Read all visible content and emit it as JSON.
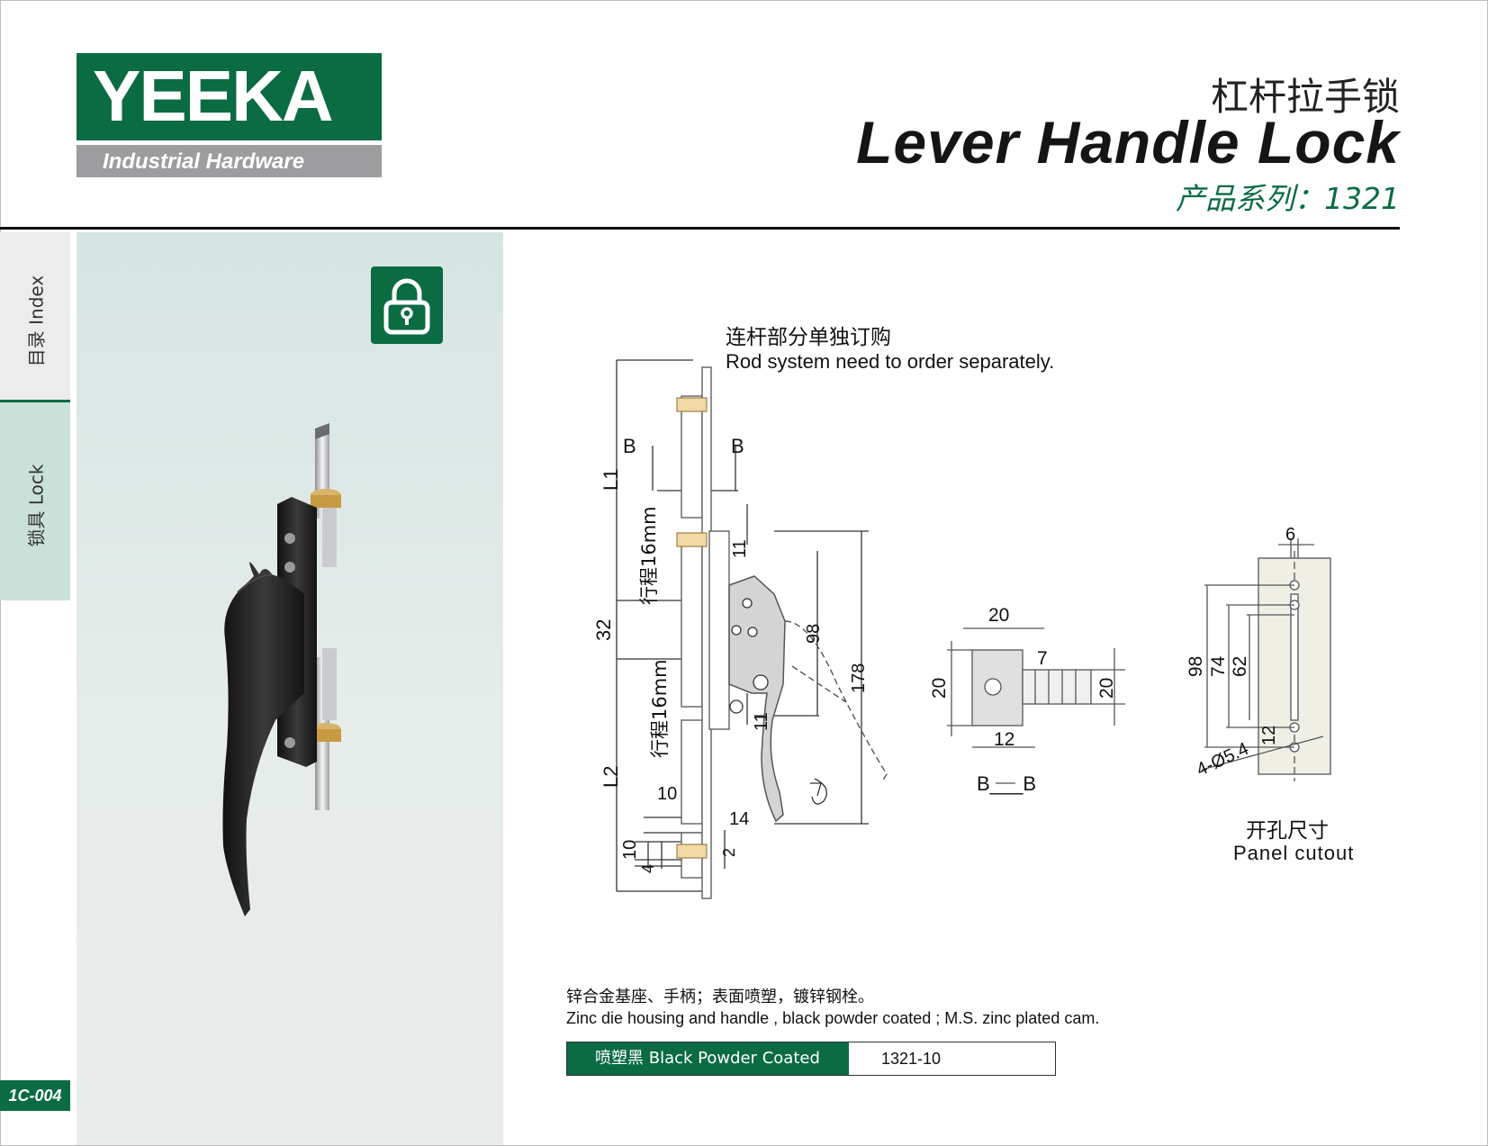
{
  "brand": {
    "name": "YEEKA",
    "tagline": "Industrial Hardware"
  },
  "header": {
    "title_cn": "杠杆拉手锁",
    "title_en": "Lever Handle Lock",
    "series_label": "产品系列：1321"
  },
  "sidebar": {
    "tabs": [
      {
        "cn": "目录",
        "en": "Index"
      },
      {
        "cn": "锁具",
        "en": "Lock"
      }
    ],
    "page_number": "1C-004"
  },
  "drawing": {
    "note_cn": "连杆部分单独订购",
    "note_en": "Rod system need to order separately.",
    "section_label": "B",
    "section_caption": "B___B",
    "stroke_label": "行程16mm",
    "dims": {
      "L1": "L1",
      "L2": "L2",
      "d32": "32",
      "d11a": "11",
      "d11b": "11",
      "d98": "98",
      "d178": "178",
      "d10a": "10",
      "d14": "14",
      "d10b": "10",
      "d4": "4",
      "d2": "2",
      "d20a": "20",
      "d7": "7",
      "d20b": "20",
      "d20c": "20",
      "d12": "12",
      "d6": "6",
      "d98b": "98",
      "d74": "74",
      "d62": "62",
      "d12b": "12",
      "hole": "4-Ø5.4"
    },
    "cutout_cn": "开孔尺寸",
    "cutout_en": "Panel  cutout"
  },
  "description": {
    "cn": "锌合金基座、手柄；表面喷塑，镀锌钢栓。",
    "en": "Zinc die housing and handle , black powder coated ; M.S. zinc plated cam."
  },
  "spec": {
    "finish": "喷塑黑  Black Powder Coated",
    "model": "1321-10"
  },
  "colors": {
    "brand_green": "#0b6b43",
    "logo_grey": "#9d9d9f",
    "handle_black": "#1d1d1d",
    "brass": "#d8b46a"
  },
  "icons": [
    "padlock-icon"
  ]
}
